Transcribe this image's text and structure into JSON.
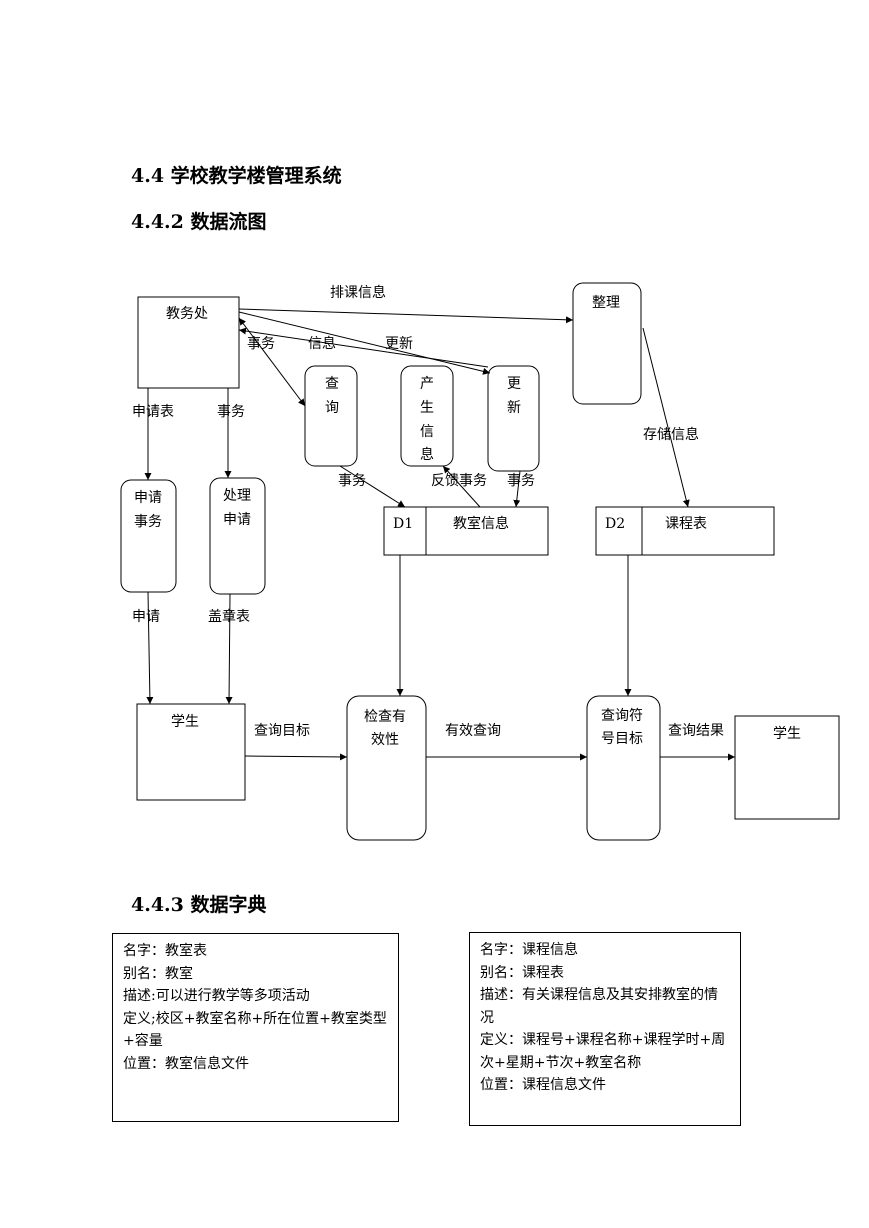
{
  "headings": {
    "h1": "4.4 学校教学楼管理系统",
    "h2": "4.4.2 数据流图",
    "h3": "4.4.3 数据字典"
  },
  "diagram": {
    "nodes": {
      "jiaowuchu": "教务处",
      "zhengli": "整理",
      "chaxun": [
        "查",
        "询"
      ],
      "chansheng": [
        "产",
        "生",
        "信",
        "息"
      ],
      "gengxin": [
        "更",
        "新"
      ],
      "shenqing_shiwu": [
        "申请",
        "事务"
      ],
      "chuli_shenqing": [
        "处理",
        "申请"
      ],
      "d1_id": "D1",
      "d1_name": "教室信息",
      "d2_id": "D2",
      "d2_name": "课程表",
      "xuesheng1": "学生",
      "jiancha": [
        "检查有",
        "效性"
      ],
      "chaxun_fuhao": [
        "查询符",
        "号目标"
      ],
      "xuesheng2": "学生"
    },
    "flow_labels": {
      "paike": "排课信息",
      "shiwu1": "事务",
      "xinxi": "信息",
      "gengxin": "更新",
      "shenqingbiao": "申请表",
      "shiwu2": "事务",
      "cunchu": "存储信息",
      "shiwu3": "事务",
      "fankui": "反馈事务",
      "shiwu4": "事务",
      "shenqing": "申请",
      "gaizhang": "盖章表",
      "chaxun_mubiao": "查询目标",
      "youxiao_chaxun": "有效查询",
      "chaxun_jieguo": "查询结果"
    }
  },
  "dictionary": {
    "left": [
      "名字：教室表",
      "别名：教室",
      "描述:可以进行教学等多项活动",
      "定义;校区+教室名称+所在位置+教室类型+容量",
      "位置：教室信息文件"
    ],
    "right": [
      "名字：课程信息",
      "别名：课程表",
      "描述：有关课程信息及其安排教室的情况",
      "定义：课程号+课程名称+课程学时+周次+星期+节次+教室名称",
      "位置：课程信息文件"
    ]
  }
}
